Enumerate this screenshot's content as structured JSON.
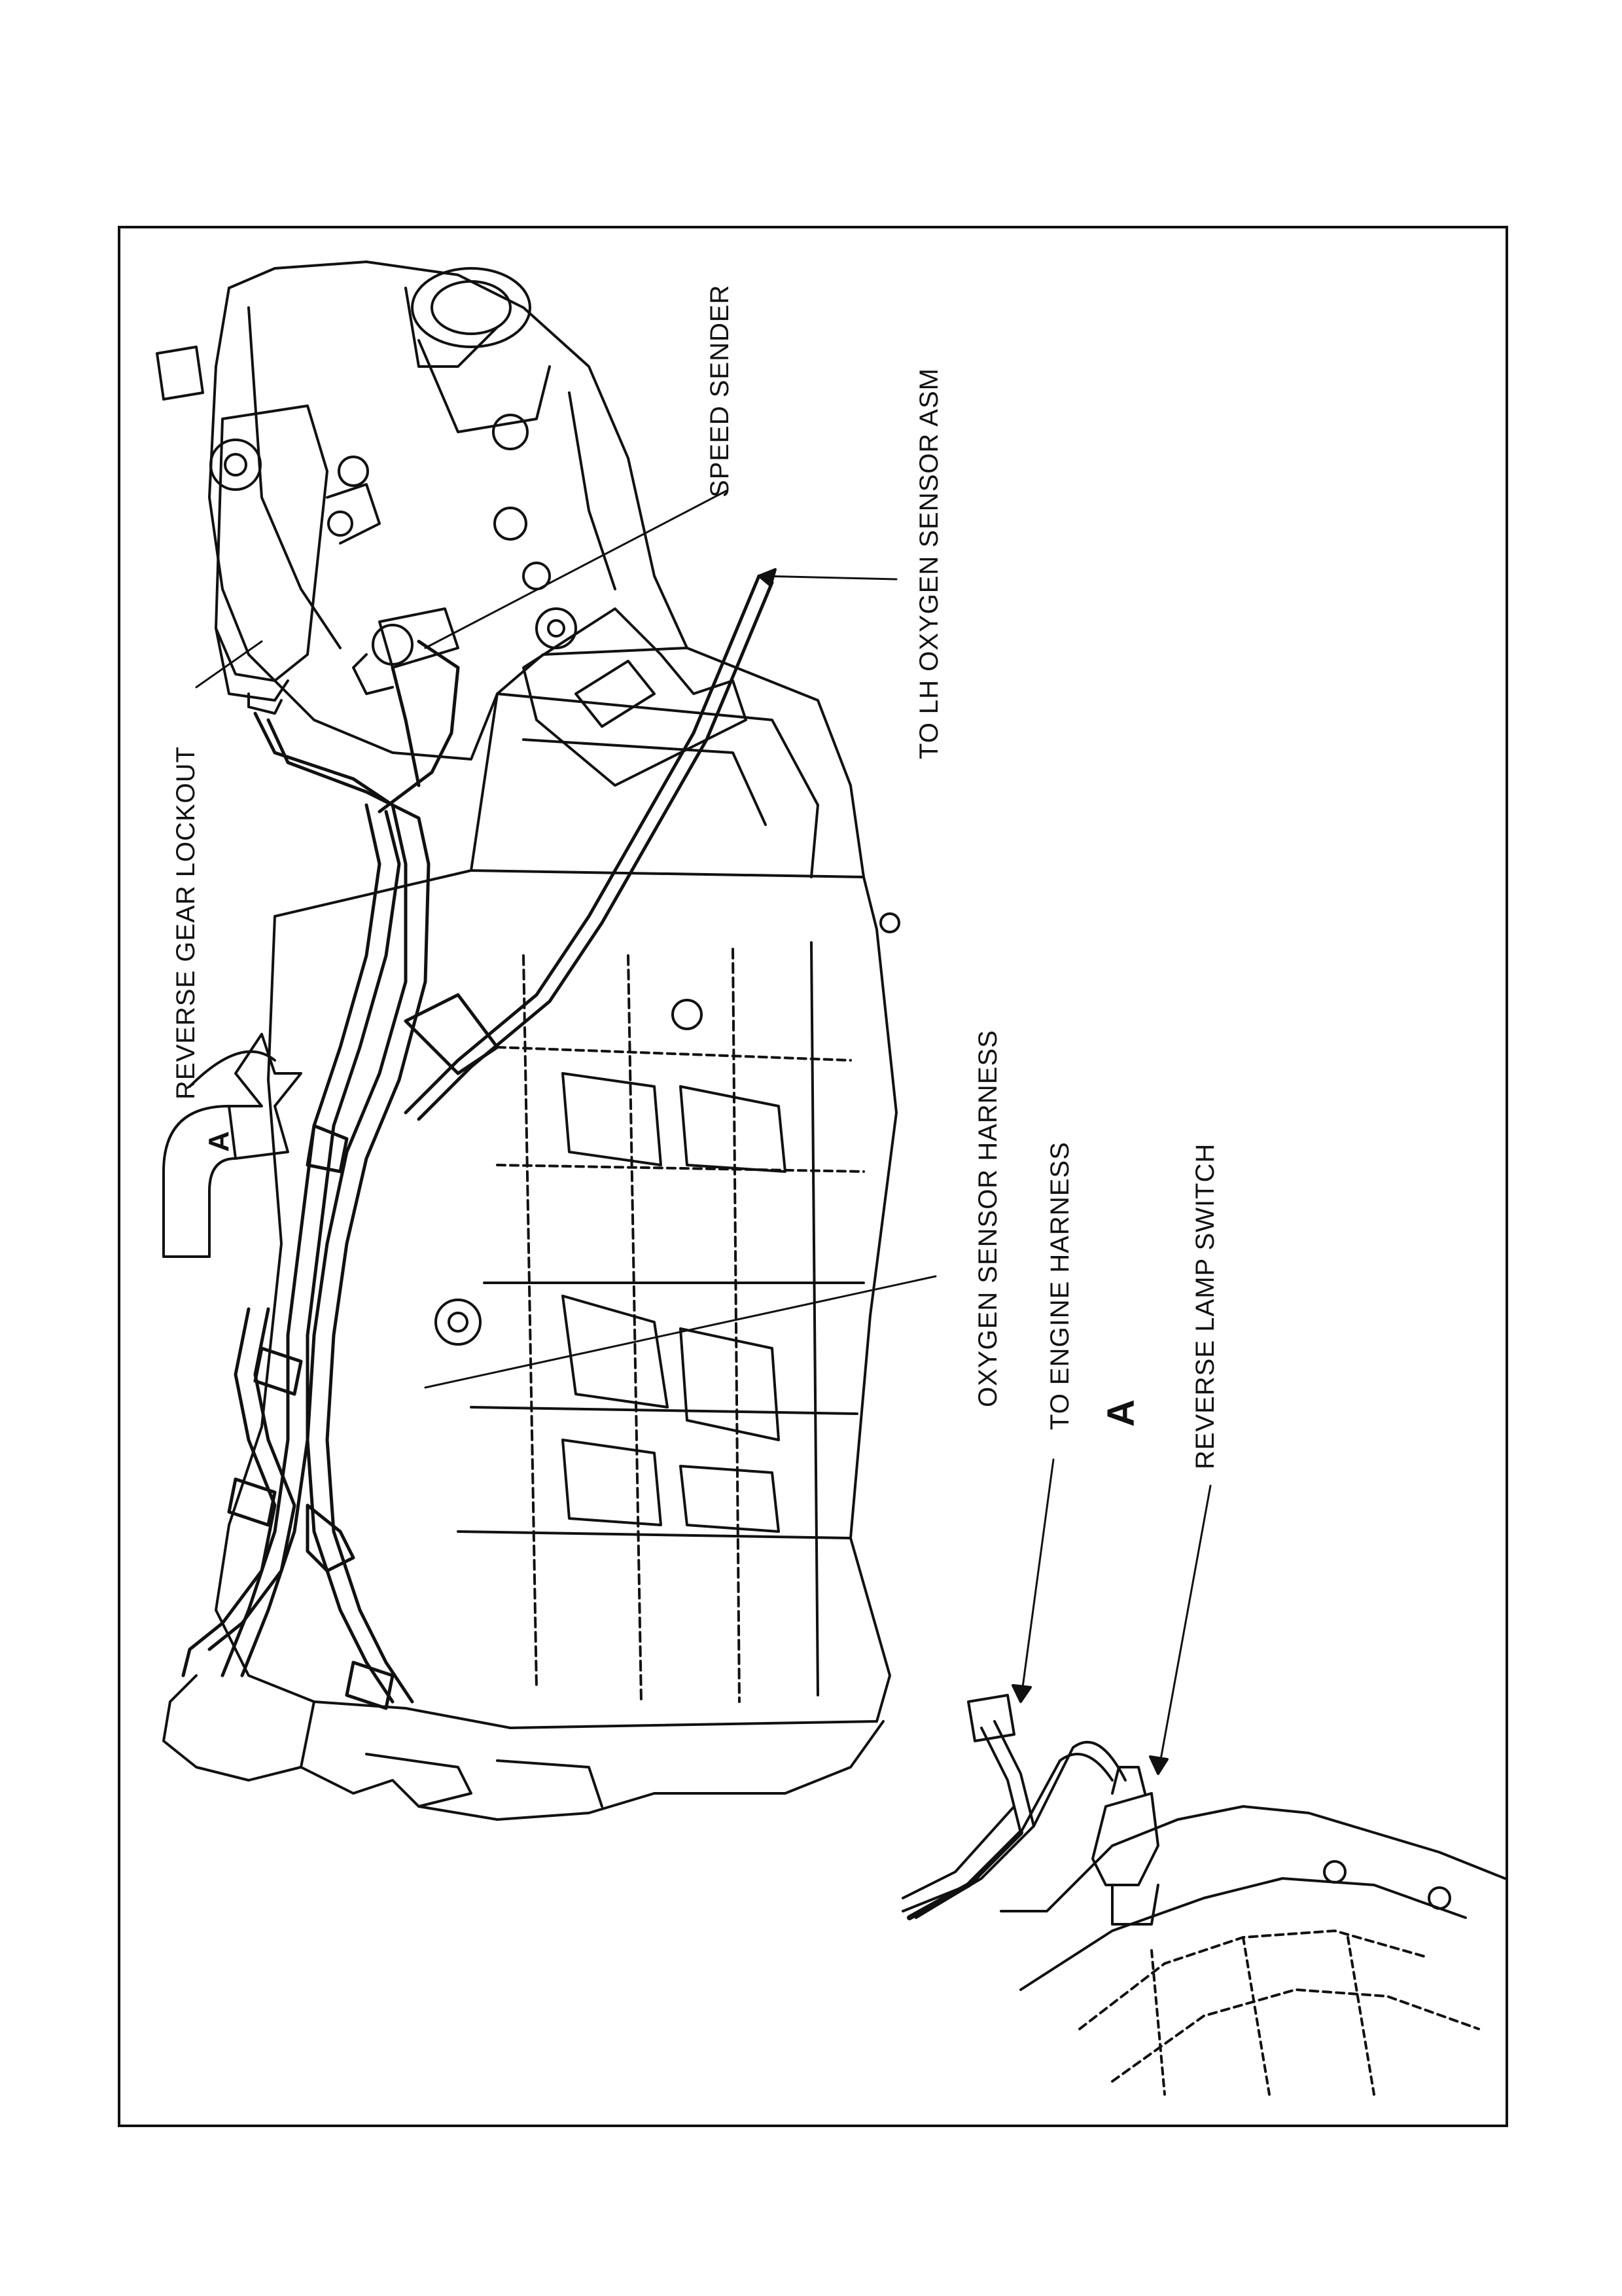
{
  "callouts": {
    "reverse_gear_lockout": "REVERSE GEAR LOCKOUT",
    "speed_sender": "SPEED SENDER",
    "to_lh_oxygen_sensor_asm": "TO LH OXYGEN SENSOR ASM",
    "oxygen_sensor_harness": "OXYGEN SENSOR HARNESS",
    "to_engine_harness": "TO ENGINE HARNESS",
    "reverse_lamp_switch": "REVERSE LAMP SWITCH"
  },
  "view_markers": {
    "arrow_letter": "A",
    "detail_letter": "A"
  }
}
